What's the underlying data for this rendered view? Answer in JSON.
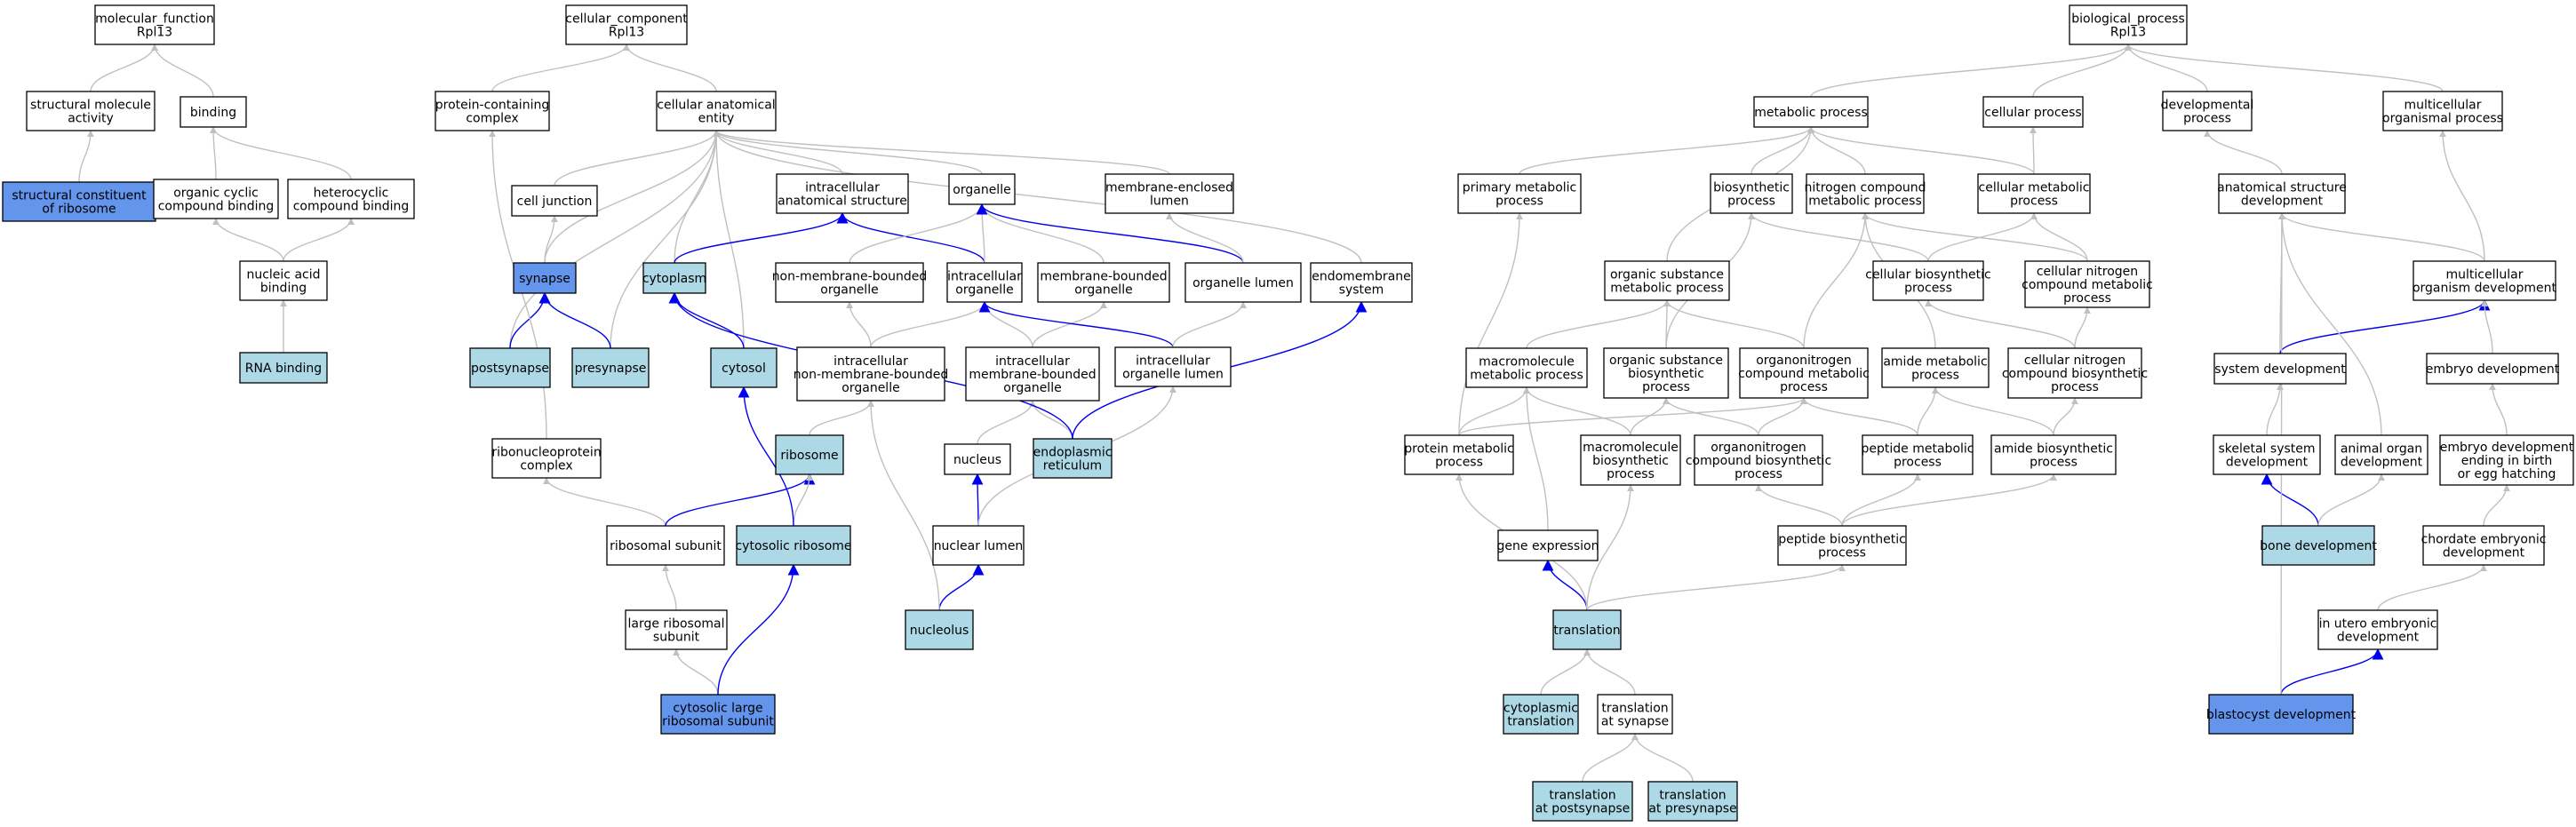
{
  "colors": {
    "edge_gray": "#c0c0c0",
    "edge_blue": "#0000ee",
    "node_white": "#ffffff",
    "node_light": "#add8e6",
    "node_dark": "#6495ed"
  },
  "nodes": [
    {
      "id": "mf_root",
      "lines": [
        "molecular_function",
        "Rpl13"
      ],
      "fill": "white"
    },
    {
      "id": "struct_mol",
      "lines": [
        "structural molecule",
        "activity"
      ],
      "fill": "white"
    },
    {
      "id": "binding",
      "lines": [
        "binding"
      ],
      "fill": "white"
    },
    {
      "id": "struct_const",
      "lines": [
        "structural constituent",
        "of ribosome"
      ],
      "fill": "dark"
    },
    {
      "id": "org_cyclic",
      "lines": [
        "organic cyclic",
        "compound binding"
      ],
      "fill": "white"
    },
    {
      "id": "hetero",
      "lines": [
        "heterocyclic",
        "compound binding"
      ],
      "fill": "white"
    },
    {
      "id": "nucleic",
      "lines": [
        "nucleic acid",
        "binding"
      ],
      "fill": "white"
    },
    {
      "id": "rna_bind",
      "lines": [
        "RNA binding"
      ],
      "fill": "light"
    },
    {
      "id": "cc_root",
      "lines": [
        "cellular_component",
        "Rpl13"
      ],
      "fill": "white"
    },
    {
      "id": "prot_cont",
      "lines": [
        "protein-containing",
        "complex"
      ],
      "fill": "white"
    },
    {
      "id": "cell_anat",
      "lines": [
        "cellular anatomical",
        "entity"
      ],
      "fill": "white"
    },
    {
      "id": "cell_junc",
      "lines": [
        "cell junction"
      ],
      "fill": "white"
    },
    {
      "id": "intra_anat",
      "lines": [
        "intracellular",
        "anatomical structure"
      ],
      "fill": "white"
    },
    {
      "id": "organelle",
      "lines": [
        "organelle"
      ],
      "fill": "white"
    },
    {
      "id": "mem_lumen",
      "lines": [
        "membrane-enclosed",
        "lumen"
      ],
      "fill": "white"
    },
    {
      "id": "synapse",
      "lines": [
        "synapse"
      ],
      "fill": "dark"
    },
    {
      "id": "cytoplasm",
      "lines": [
        "cytoplasm"
      ],
      "fill": "light"
    },
    {
      "id": "nonmem_org",
      "lines": [
        "non-membrane-bounded",
        "organelle"
      ],
      "fill": "white"
    },
    {
      "id": "intra_org",
      "lines": [
        "intracellular",
        "organelle"
      ],
      "fill": "white"
    },
    {
      "id": "mem_org",
      "lines": [
        "membrane-bounded",
        "organelle"
      ],
      "fill": "white"
    },
    {
      "id": "org_lumen",
      "lines": [
        "organelle lumen"
      ],
      "fill": "white"
    },
    {
      "id": "endomem",
      "lines": [
        "endomembrane",
        "system"
      ],
      "fill": "white"
    },
    {
      "id": "postsyn",
      "lines": [
        "postsynapse"
      ],
      "fill": "light"
    },
    {
      "id": "presyn",
      "lines": [
        "presynapse"
      ],
      "fill": "light"
    },
    {
      "id": "cytosol",
      "lines": [
        "cytosol"
      ],
      "fill": "light"
    },
    {
      "id": "intra_nonmem",
      "lines": [
        "intracellular",
        "non-membrane-bounded",
        "organelle"
      ],
      "fill": "white"
    },
    {
      "id": "intra_mem",
      "lines": [
        "intracellular",
        "membrane-bounded",
        "organelle"
      ],
      "fill": "white"
    },
    {
      "id": "intra_org_lumen",
      "lines": [
        "intracellular",
        "organelle lumen"
      ],
      "fill": "white"
    },
    {
      "id": "rnp",
      "lines": [
        "ribonucleoprotein",
        "complex"
      ],
      "fill": "white"
    },
    {
      "id": "ribosome",
      "lines": [
        "ribosome"
      ],
      "fill": "light"
    },
    {
      "id": "nucleus",
      "lines": [
        "nucleus"
      ],
      "fill": "white"
    },
    {
      "id": "er",
      "lines": [
        "endoplasmic",
        "reticulum"
      ],
      "fill": "light"
    },
    {
      "id": "ribo_sub",
      "lines": [
        "ribosomal subunit"
      ],
      "fill": "white"
    },
    {
      "id": "cyto_ribo",
      "lines": [
        "cytosolic ribosome"
      ],
      "fill": "light"
    },
    {
      "id": "nuc_lumen",
      "lines": [
        "nuclear lumen"
      ],
      "fill": "white"
    },
    {
      "id": "large_sub",
      "lines": [
        "large ribosomal",
        "subunit"
      ],
      "fill": "white"
    },
    {
      "id": "nucleolus",
      "lines": [
        "nucleolus"
      ],
      "fill": "light"
    },
    {
      "id": "cyto_large",
      "lines": [
        "cytosolic large",
        "ribosomal subunit"
      ],
      "fill": "dark"
    },
    {
      "id": "bp_root",
      "lines": [
        "biological_process",
        "Rpl13"
      ],
      "fill": "white"
    },
    {
      "id": "metab",
      "lines": [
        "metabolic process"
      ],
      "fill": "white"
    },
    {
      "id": "cell_proc",
      "lines": [
        "cellular process"
      ],
      "fill": "white"
    },
    {
      "id": "dev_proc",
      "lines": [
        "developmental",
        "process"
      ],
      "fill": "white"
    },
    {
      "id": "multi_proc",
      "lines": [
        "multicellular",
        "organismal process"
      ],
      "fill": "white"
    },
    {
      "id": "prim_metab",
      "lines": [
        "primary metabolic",
        "process"
      ],
      "fill": "white"
    },
    {
      "id": "biosyn",
      "lines": [
        "biosynthetic",
        "process"
      ],
      "fill": "white"
    },
    {
      "id": "nitro_metab",
      "lines": [
        "nitrogen compound",
        "metabolic process"
      ],
      "fill": "white"
    },
    {
      "id": "cell_metab",
      "lines": [
        "cellular metabolic",
        "process"
      ],
      "fill": "white"
    },
    {
      "id": "anat_dev",
      "lines": [
        "anatomical structure",
        "development"
      ],
      "fill": "white"
    },
    {
      "id": "org_sub_metab",
      "lines": [
        "organic substance",
        "metabolic process"
      ],
      "fill": "white"
    },
    {
      "id": "cell_biosyn",
      "lines": [
        "cellular biosynthetic",
        "process"
      ],
      "fill": "white"
    },
    {
      "id": "cell_nitro_metab",
      "lines": [
        "cellular nitrogen",
        "compound metabolic",
        "process"
      ],
      "fill": "white"
    },
    {
      "id": "multi_dev",
      "lines": [
        "multicellular",
        "organism development"
      ],
      "fill": "white"
    },
    {
      "id": "macro_metab",
      "lines": [
        "macromolecule",
        "metabolic process"
      ],
      "fill": "white"
    },
    {
      "id": "org_sub_biosyn",
      "lines": [
        "organic substance",
        "biosynthetic",
        "process"
      ],
      "fill": "white"
    },
    {
      "id": "organonitro_metab",
      "lines": [
        "organonitrogen",
        "compound metabolic",
        "process"
      ],
      "fill": "white"
    },
    {
      "id": "amide_metab",
      "lines": [
        "amide metabolic",
        "process"
      ],
      "fill": "white"
    },
    {
      "id": "cell_nitro_biosyn",
      "lines": [
        "cellular nitrogen",
        "compound biosynthetic",
        "process"
      ],
      "fill": "white"
    },
    {
      "id": "sys_dev",
      "lines": [
        "system development"
      ],
      "fill": "white"
    },
    {
      "id": "embryo_dev",
      "lines": [
        "embryo development"
      ],
      "fill": "white"
    },
    {
      "id": "prot_metab",
      "lines": [
        "protein metabolic",
        "process"
      ],
      "fill": "white"
    },
    {
      "id": "macro_biosyn",
      "lines": [
        "macromolecule",
        "biosynthetic",
        "process"
      ],
      "fill": "white"
    },
    {
      "id": "organonitro_biosyn",
      "lines": [
        "organonitrogen",
        "compound biosynthetic",
        "process"
      ],
      "fill": "white"
    },
    {
      "id": "pep_metab",
      "lines": [
        "peptide metabolic",
        "process"
      ],
      "fill": "white"
    },
    {
      "id": "amide_biosyn",
      "lines": [
        "amide biosynthetic",
        "process"
      ],
      "fill": "white"
    },
    {
      "id": "skel_dev",
      "lines": [
        "skeletal system",
        "development"
      ],
      "fill": "white"
    },
    {
      "id": "animal_organ",
      "lines": [
        "animal organ",
        "development"
      ],
      "fill": "white"
    },
    {
      "id": "embryo_birth",
      "lines": [
        "embryo development",
        "ending in birth",
        "or egg hatching"
      ],
      "fill": "white"
    },
    {
      "id": "gene_expr",
      "lines": [
        "gene expression"
      ],
      "fill": "white"
    },
    {
      "id": "pep_biosyn",
      "lines": [
        "peptide biosynthetic",
        "process"
      ],
      "fill": "white"
    },
    {
      "id": "bone_dev",
      "lines": [
        "bone development"
      ],
      "fill": "light"
    },
    {
      "id": "chordate",
      "lines": [
        "chordate embryonic",
        "development"
      ],
      "fill": "white"
    },
    {
      "id": "translation",
      "lines": [
        "translation"
      ],
      "fill": "light"
    },
    {
      "id": "in_utero",
      "lines": [
        "in utero embryonic",
        "development"
      ],
      "fill": "white"
    },
    {
      "id": "cyto_trans",
      "lines": [
        "cytoplasmic",
        "translation"
      ],
      "fill": "light"
    },
    {
      "id": "trans_syn",
      "lines": [
        "translation",
        "at synapse"
      ],
      "fill": "white"
    },
    {
      "id": "blastocyst",
      "lines": [
        "blastocyst development"
      ],
      "fill": "dark"
    },
    {
      "id": "trans_post",
      "lines": [
        "translation",
        "at postsynapse"
      ],
      "fill": "light"
    },
    {
      "id": "trans_pre",
      "lines": [
        "translation",
        "at presynapse"
      ],
      "fill": "light"
    }
  ],
  "edges": [
    [
      "struct_mol",
      "mf_root",
      "g"
    ],
    [
      "binding",
      "mf_root",
      "g"
    ],
    [
      "struct_const",
      "struct_mol",
      "g"
    ],
    [
      "org_cyclic",
      "binding",
      "g"
    ],
    [
      "hetero",
      "binding",
      "g"
    ],
    [
      "nucleic",
      "org_cyclic",
      "g"
    ],
    [
      "nucleic",
      "hetero",
      "g"
    ],
    [
      "rna_bind",
      "nucleic",
      "g"
    ],
    [
      "prot_cont",
      "cc_root",
      "g"
    ],
    [
      "cell_anat",
      "cc_root",
      "g"
    ],
    [
      "cell_junc",
      "cell_anat",
      "g"
    ],
    [
      "intra_anat",
      "cell_anat",
      "g"
    ],
    [
      "organelle",
      "cell_anat",
      "g"
    ],
    [
      "mem_lumen",
      "cell_anat",
      "g"
    ],
    [
      "endomem",
      "cell_anat",
      "g"
    ],
    [
      "postsyn",
      "cell_anat",
      "g"
    ],
    [
      "presyn",
      "cell_anat",
      "g"
    ],
    [
      "cytoplasm",
      "cell_anat",
      "g"
    ],
    [
      "cytosol",
      "cell_anat",
      "g"
    ],
    [
      "synapse",
      "cell_junc",
      "g"
    ],
    [
      "synapse",
      "cell_anat",
      "g"
    ],
    [
      "postsyn",
      "synapse",
      "b"
    ],
    [
      "presyn",
      "synapse",
      "b"
    ],
    [
      "cytoplasm",
      "intra_anat",
      "b"
    ],
    [
      "cytosol",
      "cytoplasm",
      "b"
    ],
    [
      "intra_org",
      "intra_anat",
      "b"
    ],
    [
      "nonmem_org",
      "organelle",
      "g"
    ],
    [
      "intra_org",
      "organelle",
      "g"
    ],
    [
      "mem_org",
      "organelle",
      "g"
    ],
    [
      "org_lumen",
      "organelle",
      "b"
    ],
    [
      "org_lumen",
      "mem_lumen",
      "g"
    ],
    [
      "intra_nonmem",
      "nonmem_org",
      "g"
    ],
    [
      "intra_nonmem",
      "intra_org",
      "g"
    ],
    [
      "intra_mem",
      "intra_org",
      "g"
    ],
    [
      "intra_mem",
      "mem_org",
      "g"
    ],
    [
      "intra_org_lumen",
      "intra_org",
      "b"
    ],
    [
      "intra_org_lumen",
      "org_lumen",
      "g"
    ],
    [
      "rnp",
      "prot_cont",
      "g"
    ],
    [
      "ribosome",
      "intra_nonmem",
      "g"
    ],
    [
      "nucleus",
      "intra_mem",
      "g"
    ],
    [
      "er",
      "intra_mem",
      "g"
    ],
    [
      "er",
      "cytoplasm",
      "b"
    ],
    [
      "er",
      "endomem",
      "b"
    ],
    [
      "ribo_sub",
      "rnp",
      "g"
    ],
    [
      "ribo_sub",
      "ribosome",
      "b"
    ],
    [
      "cyto_ribo",
      "ribosome",
      "g"
    ],
    [
      "cyto_ribo",
      "cytosol",
      "b"
    ],
    [
      "nuc_lumen",
      "nucleus",
      "b"
    ],
    [
      "nuc_lumen",
      "intra_org_lumen",
      "g"
    ],
    [
      "large_sub",
      "ribo_sub",
      "g"
    ],
    [
      "nucleolus",
      "nuc_lumen",
      "b"
    ],
    [
      "nucleolus",
      "intra_nonmem",
      "g"
    ],
    [
      "cyto_large",
      "large_sub",
      "g"
    ],
    [
      "cyto_large",
      "cyto_ribo",
      "b"
    ],
    [
      "metab",
      "bp_root",
      "g"
    ],
    [
      "cell_proc",
      "bp_root",
      "g"
    ],
    [
      "dev_proc",
      "bp_root",
      "g"
    ],
    [
      "multi_proc",
      "bp_root",
      "g"
    ],
    [
      "prim_metab",
      "metab",
      "g"
    ],
    [
      "biosyn",
      "metab",
      "g"
    ],
    [
      "nitro_metab",
      "metab",
      "g"
    ],
    [
      "cell_metab",
      "metab",
      "g"
    ],
    [
      "cell_metab",
      "cell_proc",
      "g"
    ],
    [
      "anat_dev",
      "dev_proc",
      "g"
    ],
    [
      "org_sub_metab",
      "metab",
      "g"
    ],
    [
      "cell_biosyn",
      "biosyn",
      "g"
    ],
    [
      "cell_biosyn",
      "cell_metab",
      "g"
    ],
    [
      "cell_nitro_metab",
      "nitro_metab",
      "g"
    ],
    [
      "cell_nitro_metab",
      "cell_metab",
      "g"
    ],
    [
      "multi_dev",
      "multi_proc",
      "g"
    ],
    [
      "multi_dev",
      "anat_dev",
      "g"
    ],
    [
      "macro_metab",
      "org_sub_metab",
      "g"
    ],
    [
      "org_sub_biosyn",
      "org_sub_metab",
      "g"
    ],
    [
      "org_sub_biosyn",
      "biosyn",
      "g"
    ],
    [
      "organonitro_metab",
      "org_sub_metab",
      "g"
    ],
    [
      "organonitro_metab",
      "nitro_metab",
      "g"
    ],
    [
      "amide_metab",
      "nitro_metab",
      "g"
    ],
    [
      "cell_nitro_biosyn",
      "cell_nitro_metab",
      "g"
    ],
    [
      "cell_nitro_biosyn",
      "cell_biosyn",
      "g"
    ],
    [
      "sys_dev",
      "anat_dev",
      "g"
    ],
    [
      "sys_dev",
      "multi_dev",
      "b"
    ],
    [
      "embryo_dev",
      "multi_dev",
      "g"
    ],
    [
      "prot_metab",
      "prim_metab",
      "g"
    ],
    [
      "prot_metab",
      "macro_metab",
      "g"
    ],
    [
      "prot_metab",
      "organonitro_metab",
      "g"
    ],
    [
      "macro_biosyn",
      "macro_metab",
      "g"
    ],
    [
      "macro_biosyn",
      "org_sub_biosyn",
      "g"
    ],
    [
      "organonitro_biosyn",
      "org_sub_biosyn",
      "g"
    ],
    [
      "organonitro_biosyn",
      "organonitro_metab",
      "g"
    ],
    [
      "pep_metab",
      "amide_metab",
      "g"
    ],
    [
      "pep_metab",
      "organonitro_metab",
      "g"
    ],
    [
      "amide_biosyn",
      "amide_metab",
      "g"
    ],
    [
      "amide_biosyn",
      "cell_nitro_biosyn",
      "g"
    ],
    [
      "skel_dev",
      "sys_dev",
      "g"
    ],
    [
      "animal_organ",
      "anat_dev",
      "g"
    ],
    [
      "embryo_birth",
      "embryo_dev",
      "g"
    ],
    [
      "gene_expr",
      "macro_metab",
      "g"
    ],
    [
      "pep_biosyn",
      "pep_metab",
      "g"
    ],
    [
      "pep_biosyn",
      "organonitro_biosyn",
      "g"
    ],
    [
      "pep_biosyn",
      "amide_biosyn",
      "g"
    ],
    [
      "bone_dev",
      "skel_dev",
      "b"
    ],
    [
      "bone_dev",
      "animal_organ",
      "g"
    ],
    [
      "chordate",
      "embryo_birth",
      "g"
    ],
    [
      "translation",
      "gene_expr",
      "b"
    ],
    [
      "translation",
      "prot_metab",
      "g"
    ],
    [
      "translation",
      "macro_biosyn",
      "g"
    ],
    [
      "translation",
      "pep_biosyn",
      "g"
    ],
    [
      "in_utero",
      "chordate",
      "g"
    ],
    [
      "cyto_trans",
      "translation",
      "g"
    ],
    [
      "trans_syn",
      "translation",
      "g"
    ],
    [
      "blastocyst",
      "in_utero",
      "b"
    ],
    [
      "blastocyst",
      "anat_dev",
      "g"
    ],
    [
      "trans_post",
      "trans_syn",
      "g"
    ],
    [
      "trans_pre",
      "trans_syn",
      "g"
    ]
  ]
}
